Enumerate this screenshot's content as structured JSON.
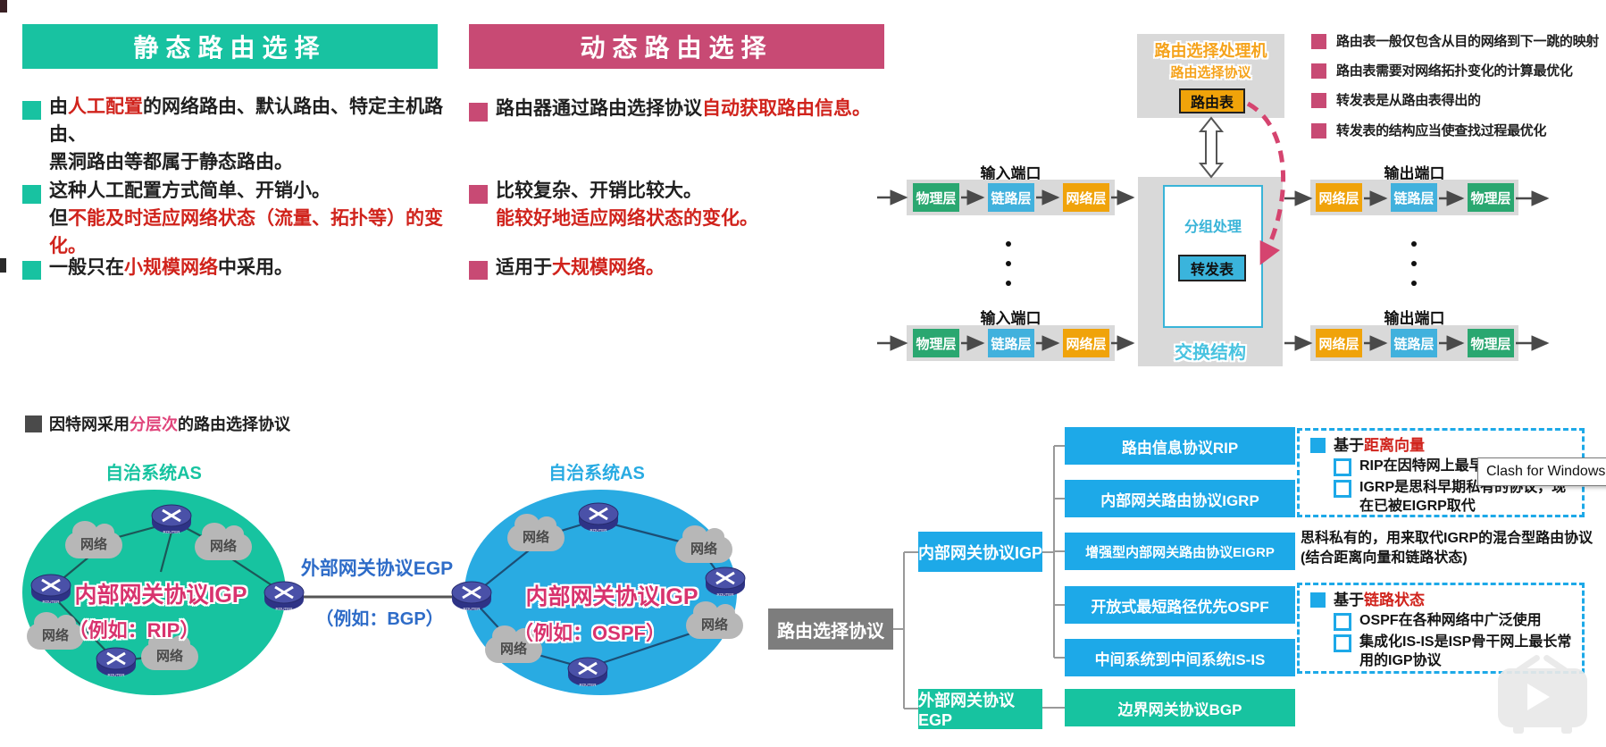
{
  "colors": {
    "teal": "#18c2a1",
    "pink": "#c84a74",
    "red": "#d0231c",
    "tree_blue": "#1da9e8",
    "layer_green": "#2aa770",
    "layer_blue": "#41b1dd",
    "layer_orange": "#f0a30a",
    "crimson_text": "#d8336e",
    "egp_blue": "#2e6cc8",
    "gray_box": "#d9d9d9"
  },
  "static_panel": {
    "title": "静态路由选择",
    "b1": {
      "t1": "由",
      "r1": "人工配置",
      "t2": "的网络路由、默认路由、特定主机路由、",
      "t3": "黑洞路由等都属于静态路由。"
    },
    "b2": {
      "t1": "这种人工配置方式简单、开销小。",
      "t2": "但",
      "r1": "不能及时适应网络状态（流量、拓扑等）的变化。"
    },
    "b3": {
      "t1": "一般只在",
      "r1": "小规模网络",
      "t2": "中采用。"
    }
  },
  "dynamic_panel": {
    "title": "动态路由选择",
    "b1": {
      "t1": "路由器通过路由选择协议",
      "r1": "自动获取路由信息。"
    },
    "b2": {
      "t1": "比较复杂、开销比较大。",
      "r1": "能较好地适应网络状态的变化。"
    },
    "b3": {
      "t1": "适用于",
      "r1": "大规模网络。"
    }
  },
  "router_notes": [
    "路由表一般仅包含从目的网络到下一跳的映射",
    "路由表需要对网络拓扑变化的计算最优化",
    "转发表是从路由表得出的",
    "转发表的结构应当使查找过程最优化"
  ],
  "router_diagram": {
    "processor_line1": "路由选择处理机",
    "processor_line2": "路由选择协议",
    "routing_table": "路由表",
    "packet_processing": "分组处理",
    "forwarding_table": "转发表",
    "switch_fabric": "交换结构",
    "input_port": "输入端口",
    "output_port": "输出端口",
    "in_layers": [
      "物理层",
      "链路层",
      "网络层"
    ],
    "out_layers": [
      "网络层",
      "链路层",
      "物理层"
    ]
  },
  "hierarchy_line": {
    "t1": "因特网采用",
    "hl": "分层次",
    "t2": "的路由选择协议"
  },
  "as_diagram": {
    "as_label": "自治系统AS",
    "left_igp": "内部网关协议IGP",
    "left_example": "（例如：RIP）",
    "right_igp": "内部网关协议IGP",
    "right_example": "（例如：OSPF）",
    "egp": "外部网关协议EGP",
    "egp_example": "（例如：BGP）",
    "cloud": "网络",
    "router_label": "ROUTER"
  },
  "tree": {
    "root": "路由选择协议",
    "igp": "内部网关协议IGP",
    "egp": "外部网关协议EGP",
    "children": [
      "路由信息协议RIP",
      "内部网关路由协议IGRP",
      "增强型内部网关路由协议EIGRP",
      "开放式最短路径优先OSPF",
      "中间系统到中间系统IS-IS"
    ],
    "bgp": "边界网关协议BGP"
  },
  "annotations": {
    "box1": {
      "t_black": "基于",
      "t_red": "距离向量",
      "item1": "RIP在因特网上最早使用",
      "item2": "IGRP是思科早期私有的协议，现在已被EIGRP取代"
    },
    "eigrp_note1": "思科私有的，用来取代IGRP的混合型路由协议",
    "eigrp_note2": "(结合距离向量和链路状态)",
    "box2": {
      "t_black": "基于",
      "t_red": "链路状态",
      "item1": "OSPF在各种网络中广泛使用",
      "item2": "集成化IS-IS是ISP骨干网上最长常用的IGP协议"
    }
  },
  "tooltip": "Clash for Windows"
}
